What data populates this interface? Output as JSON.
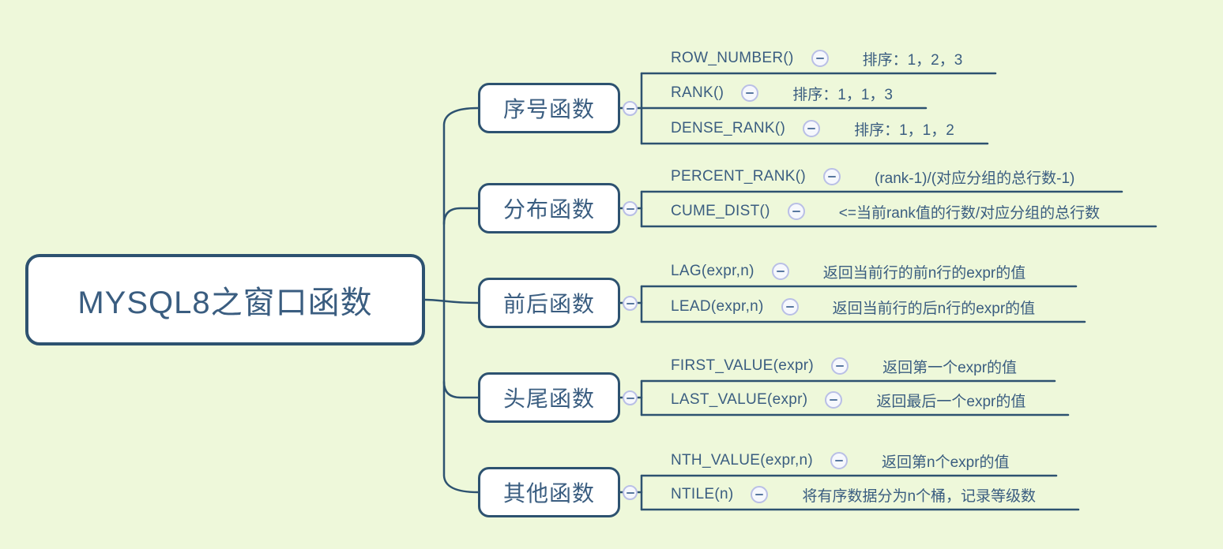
{
  "root": {
    "label": "MYSQL8之窗口函数"
  },
  "branches": [
    {
      "label": "序号函数",
      "leaves": [
        {
          "name": "ROW_NUMBER()",
          "desc": "排序：1，2，3"
        },
        {
          "name": "RANK()",
          "desc": "排序：1，1，3"
        },
        {
          "name": "DENSE_RANK()",
          "desc": "排序：1，1，2"
        }
      ]
    },
    {
      "label": "分布函数",
      "leaves": [
        {
          "name": "PERCENT_RANK()",
          "desc": "(rank-1)/(对应分组的总行数-1)"
        },
        {
          "name": "CUME_DIST()",
          "desc": "<=当前rank值的行数/对应分组的总行数"
        }
      ]
    },
    {
      "label": "前后函数",
      "leaves": [
        {
          "name": "LAG(expr,n)",
          "desc": "返回当前行的前n行的expr的值"
        },
        {
          "name": "LEAD(expr,n)",
          "desc": "返回当前行的后n行的expr的值"
        }
      ]
    },
    {
      "label": "头尾函数",
      "leaves": [
        {
          "name": "FIRST_VALUE(expr)",
          "desc": "返回第一个expr的值"
        },
        {
          "name": "LAST_VALUE(expr)",
          "desc": "返回最后一个expr的值"
        }
      ]
    },
    {
      "label": "其他函数",
      "leaves": [
        {
          "name": "NTH_VALUE(expr,n)",
          "desc": "返回第n个expr的值"
        },
        {
          "name": "NTILE(n)",
          "desc": "将有序数据分为n个桶，记录等级数"
        }
      ]
    }
  ],
  "colors": {
    "background": "#eef8da",
    "line": "#2d5270",
    "text": "#3a5d80",
    "node_fill": "#ffffff",
    "collapse_border": "#b9bfe6",
    "collapse_fill": "#f6f8fd",
    "collapse_glyph": "#5878a0"
  }
}
